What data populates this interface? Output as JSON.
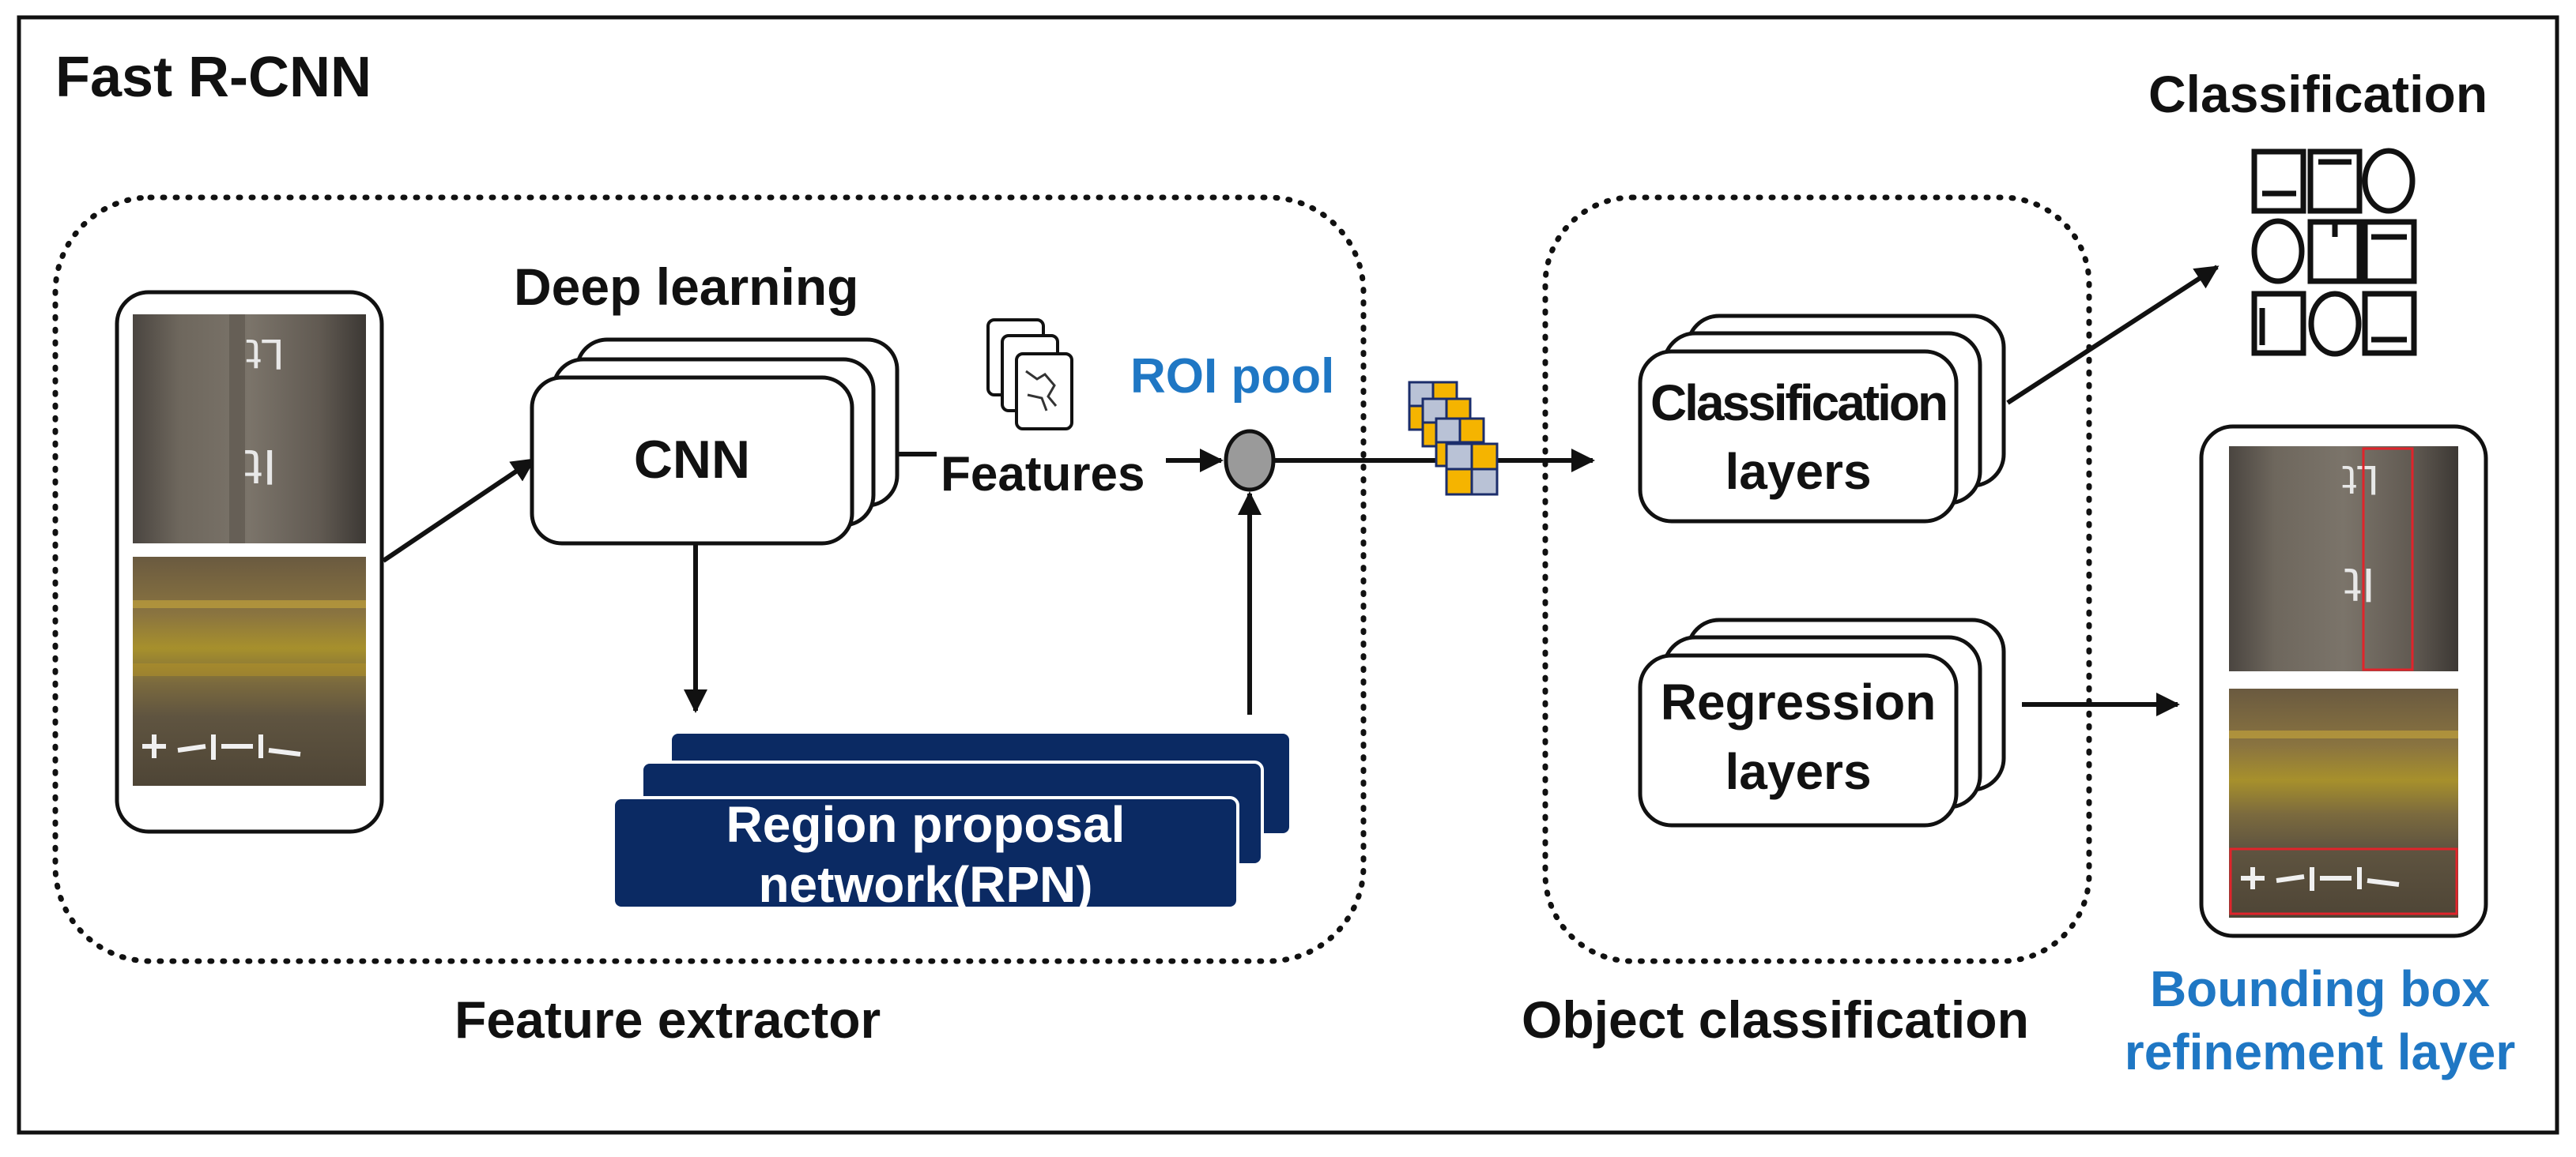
{
  "title": "Fast R-CNN",
  "feature_extractor": {
    "caption": "Feature extractor",
    "deep_learning_label": "Deep learning",
    "cnn_label": "CNN",
    "features_label": "Features",
    "roi_pool_label": "ROI pool",
    "rpn_label_line1": "Region proposal",
    "rpn_label_line2": "network(RPN)"
  },
  "object_classification": {
    "caption": "Object classification",
    "classification_layers_line1": "Classification",
    "classification_layers_line2": "layers",
    "regression_layers_line1": "Regression",
    "regression_layers_line2": "layers"
  },
  "outputs": {
    "classification_label": "Classification",
    "bbox_label_line1": "Bounding box",
    "bbox_label_line2": "refinement layer"
  },
  "colors": {
    "rpn_fill": "#0b2a63",
    "roi_blue": "#1f77c4",
    "feature_yellow": "#f5b400",
    "feature_grey": "#b9c2d6",
    "bbox_red": "#e0242b"
  },
  "icons": [
    "photo-pair",
    "feature-map-stack",
    "pooled-feature-grid",
    "class-symbol-grid",
    "detection-result-photo-pair"
  ]
}
